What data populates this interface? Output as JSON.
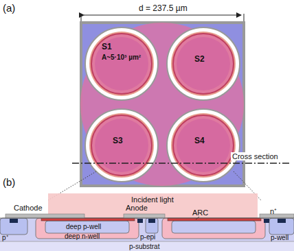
{
  "diagram": {
    "nodes": [
      {
        "text": [
          "S1",
          "A~5·10³ µm²"
        ]
      },
      {
        "text": [
          "S2"
        ]
      },
      {
        "text": [
          "S3"
        ]
      },
      {
        "text": [
          "S4"
        ]
      }
    ],
    "labels": [
      "(a)",
      "d = 237.5 µm",
      "Cross section",
      "(b)",
      "Incident light",
      "Cathode",
      "Anode",
      "ARC",
      "n⁺",
      "p⁺",
      "deep p-well",
      "deep n-well",
      "p-epi",
      "p-well",
      "p-substrat"
    ]
  }
}
